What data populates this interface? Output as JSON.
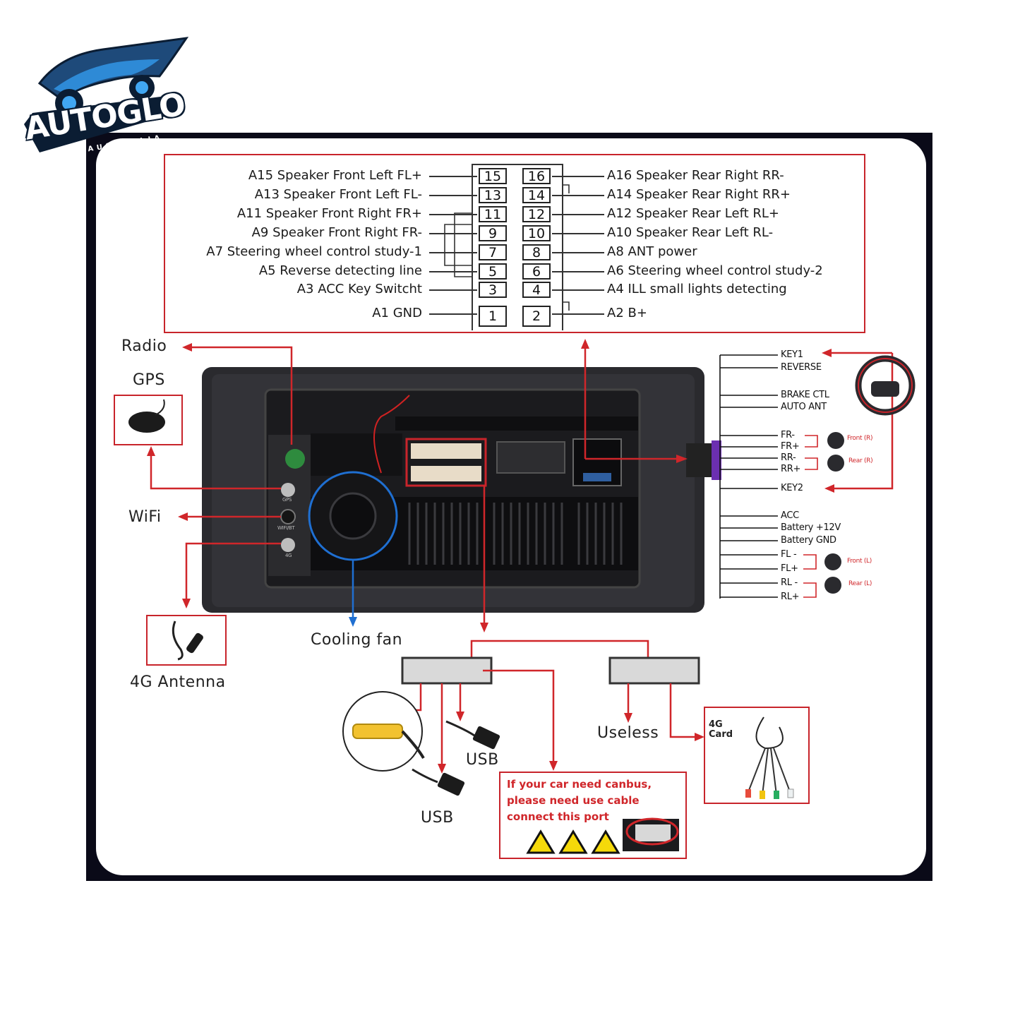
{
  "brand": {
    "name": "AUTOGLO",
    "subtitle": "AUSTRALIA"
  },
  "pinout": {
    "left": [
      {
        "label": "A15 Speaker Front Left FL+",
        "pin": "15"
      },
      {
        "label": "A13 Speaker Front Left FL-",
        "pin": "13"
      },
      {
        "label": "A11 Speaker Front Right FR+",
        "pin": "11"
      },
      {
        "label": "A9 Speaker Front Right FR-",
        "pin": "9"
      },
      {
        "label": "A7 Steering wheel control study-1",
        "pin": "7"
      },
      {
        "label": "A5 Reverse detecting line",
        "pin": "5"
      },
      {
        "label": "A3 ACC Key Switcht",
        "pin": "3"
      },
      {
        "label": "A1 GND",
        "pin": "1"
      }
    ],
    "right": [
      {
        "label": "A16 Speaker Rear Right RR-",
        "pin": "16"
      },
      {
        "label": "A14 Speaker Rear Right RR+",
        "pin": "14"
      },
      {
        "label": "A12 Speaker Rear Left RL+",
        "pin": "12"
      },
      {
        "label": "A10 Speaker Rear Left RL-",
        "pin": "10"
      },
      {
        "label": "A8 ANT power",
        "pin": "8"
      },
      {
        "label": "A6 Steering wheel control study-2",
        "pin": "6"
      },
      {
        "label": "A4 ILL small lights detecting",
        "pin": "4"
      },
      {
        "label": "A2 B+",
        "pin": "2"
      }
    ]
  },
  "labels": {
    "radio": "Radio",
    "gps": "GPS",
    "wifi": "WiFi",
    "antenna_4g": "4G Antenna",
    "cooling_fan": "Cooling fan",
    "usb_1": "USB",
    "usb_2": "USB",
    "useless": "Useless",
    "card_4g": "4G\nCard"
  },
  "harness": {
    "group1": [
      "KEY1",
      "REVERSE"
    ],
    "group2": [
      "BRAKE CTL",
      "AUTO ANT"
    ],
    "group3": [
      "FR-",
      "FR+",
      "RR-",
      "RR+"
    ],
    "group4": [
      "KEY2"
    ],
    "group5": [
      "ACC",
      "Battery +12V",
      "Battery GND",
      "FL -",
      "FL+",
      "RL -",
      "RL+"
    ],
    "speakers": [
      "Front (R)",
      "Rear (R)",
      "Front (L)",
      "Rear (L)"
    ]
  },
  "ports": {
    "gps": "GPS",
    "wifi": "WIFI/BT",
    "lte": "4G"
  },
  "warning": {
    "line1": "If your car need canbus,",
    "line2": "please need use cable",
    "line3": "connect this port"
  },
  "colors": {
    "accent": "#c8242b",
    "fan": "#1f6fd1",
    "unit": "#2a2a2e"
  }
}
